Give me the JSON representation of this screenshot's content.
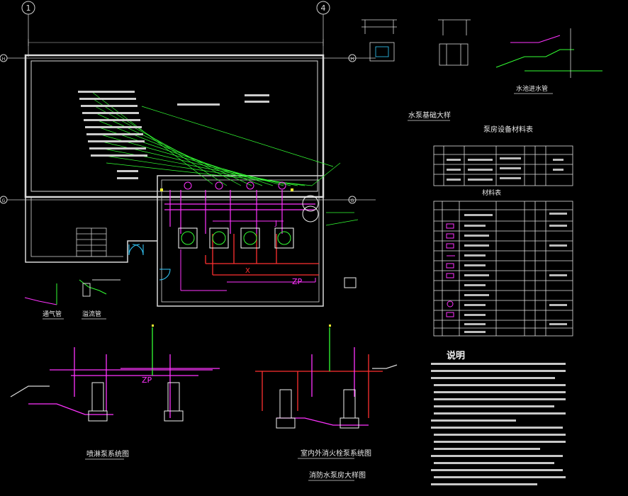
{
  "grid_labels": {
    "col_1": "1",
    "col_4": "4",
    "row_h_left": "H",
    "row_h_right": "H",
    "row_g_left": "G",
    "row_g_right": "G"
  },
  "titles": {
    "pump_foundation_detail": "水泵基础大样",
    "water_inlet_pipe": "水池进水管",
    "pump_room_equipment_table": "泵房设备材料表",
    "material_table": "材料表",
    "notes": "说明",
    "sprinkler_pump_system": "喷淋泵系统图",
    "indoor_outdoor_hydrant_system": "室内外消火栓泵系统图",
    "fire_pump_room_detail": "消防水泵房大样图",
    "vent_pipe": "通气管",
    "overflow_pipe": "溢流管"
  },
  "pipe_labels": {
    "zp_plan": "ZP",
    "zp_sprinkler": "ZP",
    "j_plan": "J",
    "x_plan": "X"
  },
  "colors": {
    "background": "#000000",
    "wall": "#d8d8d8",
    "magenta_pipe": "#ff33ff",
    "green_annotation": "#33ff33",
    "red_pipe": "#ff3030",
    "white_pump": "#f2f2f2",
    "yellow_mark": "#ffff33",
    "cyan_door": "#33ccff"
  },
  "icons": {
    "grid_bubble": "circle-icon",
    "pump": "pump-icon",
    "valve": "valve-icon"
  }
}
